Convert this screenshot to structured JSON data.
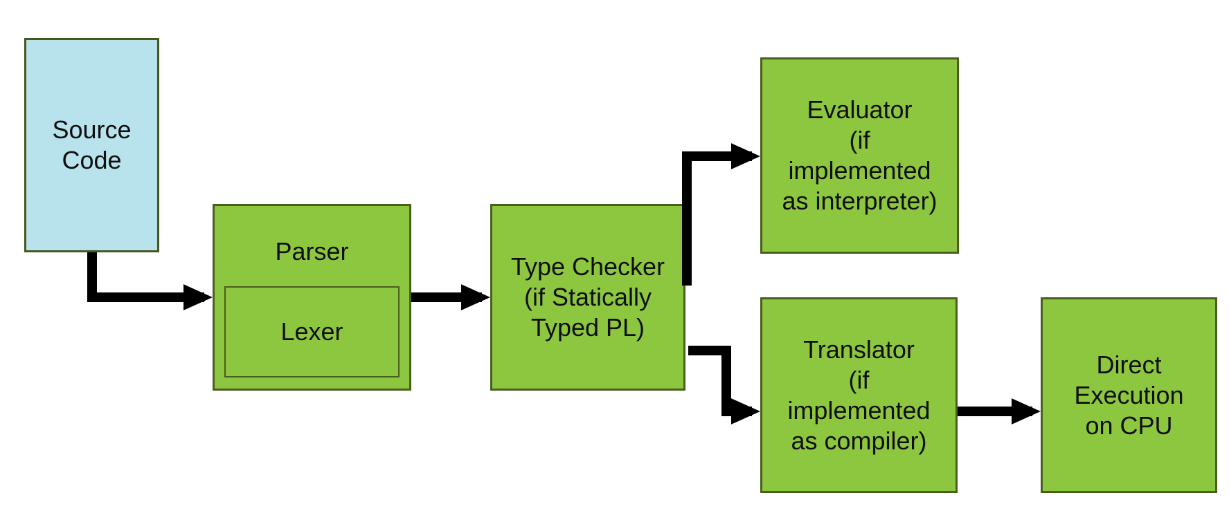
{
  "diagram": {
    "type": "flowchart",
    "background": "#ffffff"
  },
  "colors": {
    "stage_box_fill": "#8dc63f",
    "stage_box_border": "#4a5e1e",
    "source_box_fill": "#b8e2ec",
    "source_box_border": "#44581d",
    "arrow": "#000000",
    "text": "#0f0f0f"
  },
  "boxes": {
    "source_code": {
      "lines": [
        "Source",
        "Code"
      ]
    },
    "parser": {
      "label": "Parser"
    },
    "lexer": {
      "label": "Lexer"
    },
    "type_checker": {
      "lines": [
        "Type Checker",
        "(if Statically",
        "Typed PL)"
      ]
    },
    "evaluator": {
      "lines": [
        "Evaluator",
        "(if",
        "implemented",
        "as interpreter)"
      ]
    },
    "translator": {
      "lines": [
        "Translator",
        "(if",
        "implemented",
        "as compiler)"
      ]
    },
    "direct_execution": {
      "lines": [
        "Direct",
        "Execution",
        "on CPU"
      ]
    }
  },
  "arrows": [
    {
      "id": "arrow-source-code-to-parser",
      "from": "source_code",
      "to": "parser"
    },
    {
      "id": "arrow-parser-to-type-checker",
      "from": "parser",
      "to": "type_checker"
    },
    {
      "id": "arrow-type-checker-to-evaluator",
      "from": "type_checker",
      "to": "evaluator"
    },
    {
      "id": "arrow-type-checker-to-translator",
      "from": "type_checker",
      "to": "translator"
    },
    {
      "id": "arrow-translator-to-direct-execution",
      "from": "translator",
      "to": "direct_execution"
    }
  ]
}
